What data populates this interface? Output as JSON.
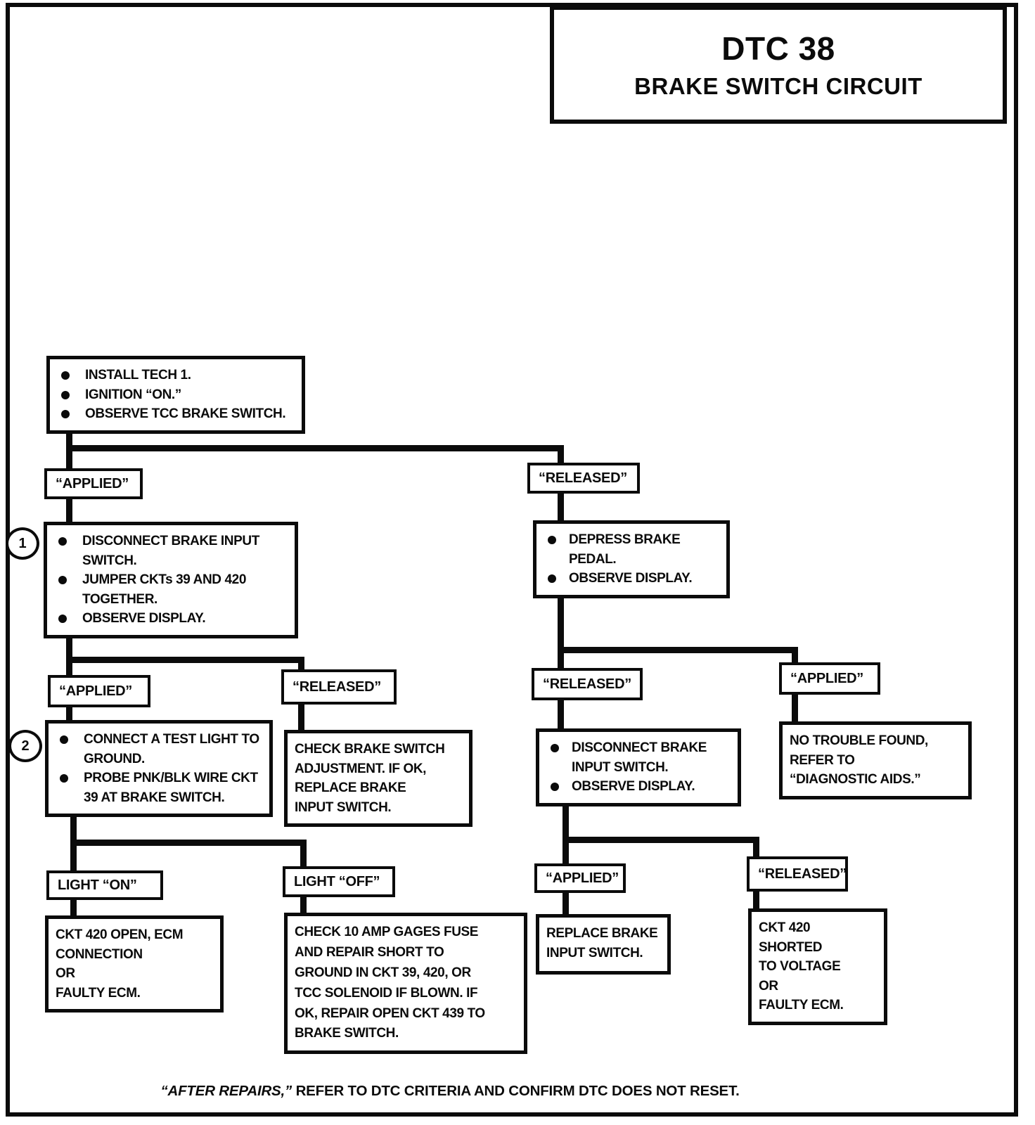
{
  "page": {
    "title1": "DTC 38",
    "title2": "BRAKE SWITCH CIRCUIT",
    "footer": {
      "italic": "“AFTER REPAIRS,”",
      "rest": " REFER TO DTC CRITERIA AND CONFIRM DTC DOES NOT RESET."
    }
  },
  "notes": {
    "n1": "1",
    "n2": "2"
  },
  "labels": {
    "l1_applied": "“APPLIED”",
    "r1_released": "“RELEASED”",
    "l2_applied": "“APPLIED”",
    "l2_released": "“RELEASED”",
    "r2_released": "“RELEASED”",
    "r2_applied": "“APPLIED”",
    "light_on": "LIGHT “ON”",
    "light_off": "LIGHT “OFF”",
    "r3_applied": "“APPLIED”",
    "r3_released": "“RELEASED”"
  },
  "boxes": {
    "start": {
      "items": [
        "INSTALL TECH 1.",
        "IGNITION “ON.”",
        "OBSERVE TCC BRAKE SWITCH."
      ]
    },
    "disconnect_jumper": {
      "items": [
        "DISCONNECT BRAKE INPUT SWITCH.",
        "JUMPER CKTs 39 AND 420 TOGETHER.",
        "OBSERVE DISPLAY."
      ]
    },
    "test_light": {
      "items": [
        "CONNECT A TEST LIGHT TO GROUND.",
        "PROBE PNK/BLK WIRE CKT 39 AT BRAKE SWITCH."
      ]
    },
    "check_adjustment": {
      "lines": [
        "CHECK BRAKE SWITCH",
        "ADJUSTMENT.  IF OK,",
        "REPLACE BRAKE",
        "INPUT SWITCH."
      ]
    },
    "ckt420_open": {
      "lines": [
        "CKT 420 OPEN, ECM",
        "CONNECTION",
        "OR",
        "FAULTY ECM."
      ]
    },
    "check_fuse": {
      "lines": [
        "CHECK 10 AMP GAGES FUSE",
        "AND REPAIR SHORT TO",
        "GROUND IN CKT 39, 420, OR",
        "TCC SOLENOID IF BLOWN.  IF",
        "OK, REPAIR OPEN CKT 439 TO",
        "BRAKE SWITCH."
      ]
    },
    "depress_pedal": {
      "items": [
        "DEPRESS BRAKE PEDAL.",
        "OBSERVE DISPLAY."
      ]
    },
    "disconnect_observe": {
      "items": [
        "DISCONNECT BRAKE INPUT SWITCH.",
        "OBSERVE DISPLAY."
      ]
    },
    "no_trouble": {
      "lines": [
        "NO TROUBLE FOUND,",
        "REFER TO",
        "“DIAGNOSTIC AIDS.”"
      ]
    },
    "replace_switch": {
      "text": "REPLACE BRAKE INPUT SWITCH."
    },
    "ckt420_shorted": {
      "lines": [
        "CKT 420 SHORTED",
        "TO VOLTAGE",
        "OR",
        "FAULTY ECM."
      ]
    }
  }
}
